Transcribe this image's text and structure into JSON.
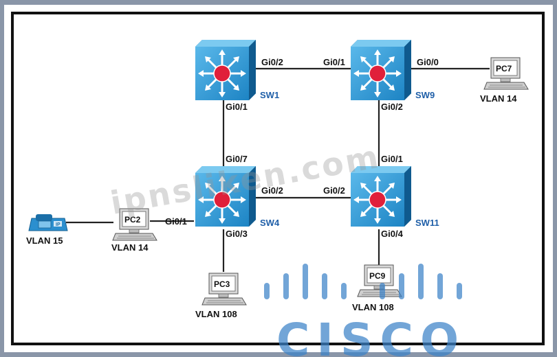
{
  "switches": {
    "sw1": {
      "name": "SW1"
    },
    "sw9": {
      "name": "SW9"
    },
    "sw4": {
      "name": "SW4"
    },
    "sw11": {
      "name": "SW11"
    }
  },
  "ports": {
    "sw1_gi02": "Gi0/2",
    "sw9_gi01": "Gi0/1",
    "sw9_gi00": "Gi0/0",
    "sw1_gi01": "Gi0/1",
    "sw9_gi02": "Gi0/2",
    "sw4_gi07": "Gi0/7",
    "sw11_gi01": "Gi0/1",
    "sw4_gi02": "Gi0/2",
    "sw11_gi02": "Gi0/2",
    "sw4_gi01": "Gi0/1",
    "sw4_gi03": "Gi0/3",
    "sw11_gi04": "Gi0/4"
  },
  "hosts": {
    "pc7": {
      "name": "PC7",
      "vlan": "VLAN 14"
    },
    "pc2": {
      "name": "PC2",
      "vlan": "VLAN 14"
    },
    "pc3": {
      "name": "PC3",
      "vlan": "VLAN 108"
    },
    "pc9": {
      "name": "PC9",
      "vlan": "VLAN 108"
    },
    "phone": {
      "vlan": "VLAN 15",
      "badge": "IP"
    }
  },
  "watermark": "ipnsliken.com",
  "logo": {
    "text": "CISCO"
  },
  "colors": {
    "switch_face": "#2f9bd6",
    "switch_edge": "#1a6fa8",
    "switch_center": "#e0203a",
    "link": "#222222"
  }
}
